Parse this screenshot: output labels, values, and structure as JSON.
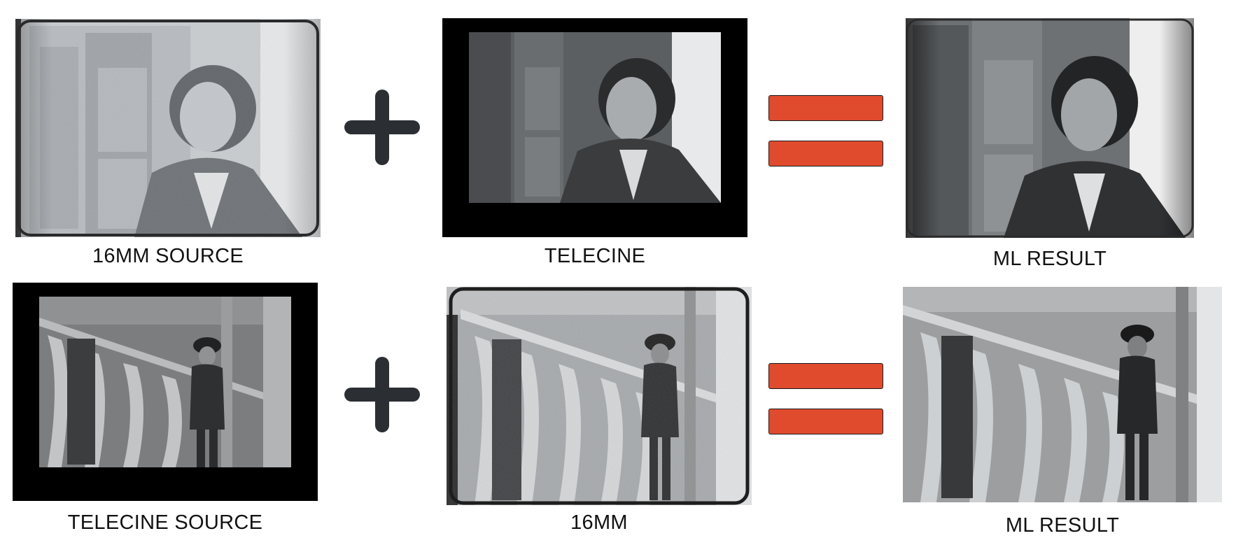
{
  "rows": [
    {
      "left_caption": "16MM SOURCE",
      "middle_caption": "TELECINE",
      "right_caption": "ML RESULT"
    },
    {
      "left_caption": "TELECINE SOURCE",
      "middle_caption": "16MM",
      "right_caption": "ML RESULT"
    }
  ],
  "operators": {
    "plus": "plus-icon",
    "equals": "equals-icon"
  },
  "colors": {
    "equals_fill": "#e04b2e",
    "plus_fill": "#2b2f33",
    "letterbox": "#000000"
  }
}
